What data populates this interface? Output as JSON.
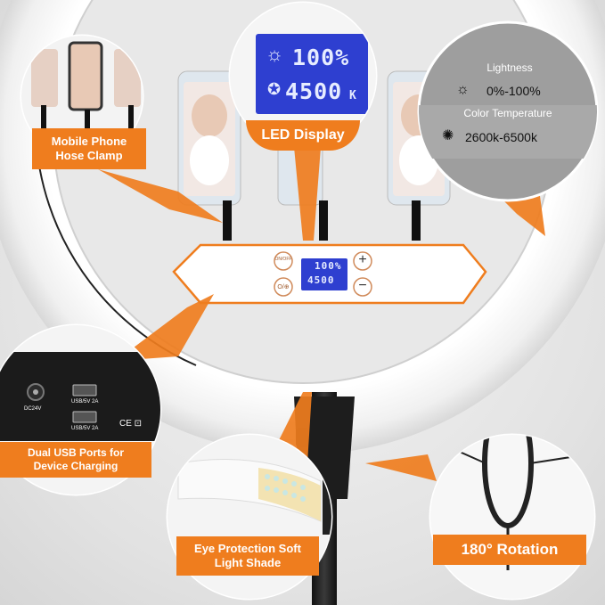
{
  "callouts": {
    "phone_clamp": "Mobile Phone\nHose Clamp",
    "led_display": "LED Display",
    "usb_ports": "Dual USB Ports for\nDevice Charging",
    "eye_protection": "Eye Protection Soft\nLight Shade",
    "rotation": "180° Rotation"
  },
  "specs": {
    "lightness_label": "Lightness",
    "lightness_value": "0%-100%",
    "color_temp_label": "Color Temperature",
    "color_temp_value": "2600k-6500k"
  },
  "lcd": {
    "brightness": "100%",
    "temperature": "4500",
    "temp_unit": "K"
  },
  "panel": {
    "power_label": "ON/OFF",
    "mode_label": "O/⊕",
    "plus": "+",
    "minus": "−"
  },
  "ports": {
    "dc_label": "DC24V",
    "usb1_label": "USB/5V 2A",
    "usb2_label": "USB/5V 2A",
    "cert_marks": "CE ⊡"
  },
  "colors": {
    "accent_orange": "#ef7d1e",
    "lcd_blue": "#2e3fd0",
    "ring_white": "#fbfbfb"
  }
}
